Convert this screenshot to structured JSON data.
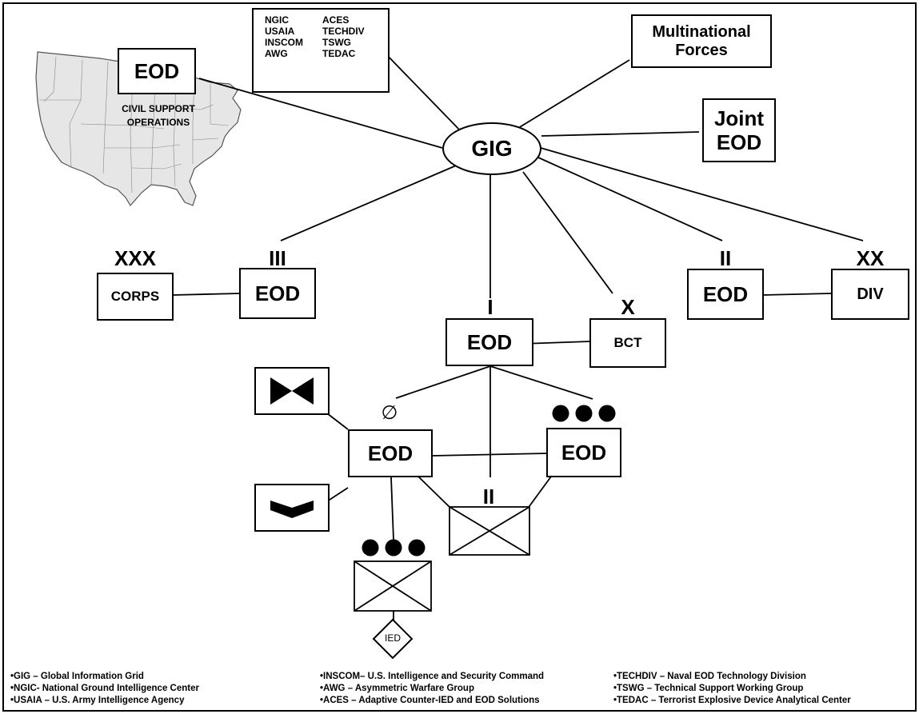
{
  "map": {
    "box_label": "EOD",
    "caption_line1": "CIVIL SUPPORT",
    "caption_line2": "OPERATIONS"
  },
  "acronym_box": {
    "left": [
      "NGIC",
      "USAIA",
      "INSCOM",
      "AWG"
    ],
    "right": [
      "ACES",
      "TECHDIV",
      "TSWG",
      "TEDAC"
    ]
  },
  "hub": {
    "label": "GIG"
  },
  "multinational": {
    "line1": "Multinational",
    "line2": "Forces"
  },
  "joint": {
    "line1": "Joint",
    "line2": "EOD"
  },
  "corps": {
    "echelon": "XXX",
    "label": "CORPS"
  },
  "eod_bn": {
    "echelon": "III",
    "label": "EOD"
  },
  "eod_co": {
    "echelon": "I",
    "label": "EOD"
  },
  "bct": {
    "echelon": "X",
    "label": "BCT"
  },
  "eod_div": {
    "echelon": "II",
    "label": "EOD"
  },
  "div": {
    "echelon": "XX",
    "label": "DIV"
  },
  "eod_team": {
    "symbol": "∅",
    "label": "EOD"
  },
  "eod_plt": {
    "label": "EOD"
  },
  "infantry_bn": {
    "echelon": "II"
  },
  "ied": {
    "label": "IED"
  },
  "legend": {
    "col1": [
      "•GIG – Global Information Grid",
      "•NGIC- National Ground Intelligence Center",
      "•USAIA – U.S. Army Intelligence  Agency"
    ],
    "col2": [
      "•INSCOM– U.S. Intelligence and Security Command",
      "•AWG – Asymmetric Warfare Group",
      "•ACES – Adaptive Counter-IED and EOD Solutions"
    ],
    "col3": [
      "•TECHDIV – Naval EOD Technology Division",
      "•TSWG – Technical Support Working Group",
      "•TEDAC – Terrorist Explosive Device Analytical Center"
    ]
  }
}
